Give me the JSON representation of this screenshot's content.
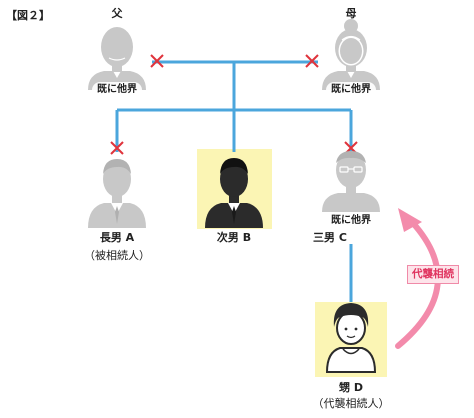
{
  "figure": {
    "title": "【図２】"
  },
  "people": {
    "father": {
      "label": "父",
      "status": "既に他界"
    },
    "mother": {
      "label": "母",
      "status": "既に他界"
    },
    "sonA": {
      "label": "長男 A",
      "note": "（被相続人）"
    },
    "sonB": {
      "label": "次男 B"
    },
    "sonC": {
      "label": "三男 C",
      "status": "既に他界"
    },
    "nephewD": {
      "label": "甥 D",
      "note": "（代襲相続人）"
    }
  },
  "annotation": {
    "label": "代襲相続"
  },
  "colors": {
    "line": "#4ba6dc",
    "cross": "#e0343c",
    "highlight": "#fbf5b4",
    "arrow": "#f38bab",
    "deceased": "#c8c8c8",
    "living": "#2b2b2b"
  },
  "icons": {
    "father": "person-bald-icon",
    "mother": "person-bun-icon",
    "sonA": "person-suit-icon",
    "sonB": "person-suit-icon",
    "sonC": "person-glasses-icon",
    "nephewD": "person-child-icon"
  }
}
